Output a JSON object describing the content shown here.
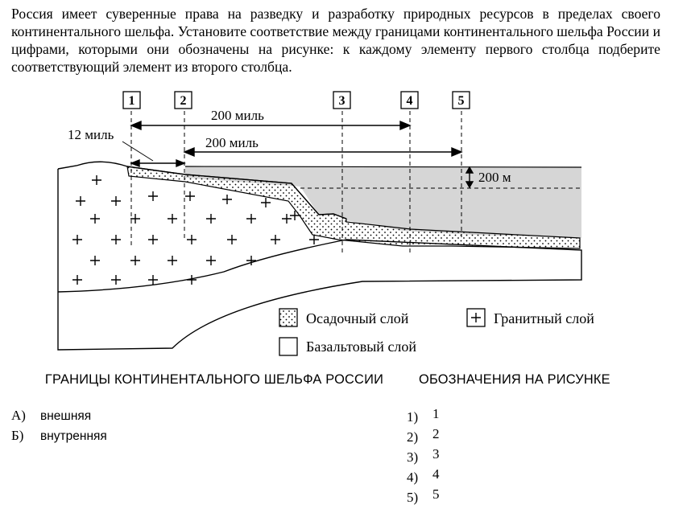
{
  "intro": "Россия имеет суверенные права на разведку и разработку природных ресурсов в пределах своего континентального шельфа. Установите соответствие между границами континентального шельфа России и цифрами, которыми они обозначены на рисунке: к каждому элементу первого столбца подберите соответствующий элемент из второго столбца.",
  "figure": {
    "markers": [
      "1",
      "2",
      "3",
      "4",
      "5"
    ],
    "dist_200_top": "200 миль",
    "dist_200_bottom": "200 миль",
    "dist_12": "12 миль",
    "depth": "200 м",
    "legend": {
      "sediment": "Осадочный слой",
      "granite": "Гранитный слой",
      "basalt": "Базальтовый слой"
    }
  },
  "columns": {
    "left_header": "ГРАНИЦЫ КОНТИНЕНТАЛЬНОГО ШЕЛЬФА РОССИИ",
    "right_header": "ОБОЗНАЧЕНИЯ НА РИСУНКЕ"
  },
  "left_items": [
    {
      "marker": "А)",
      "text": "внешняя"
    },
    {
      "marker": "Б)",
      "text": "внутренняя"
    }
  ],
  "right_items": [
    {
      "marker": "1)",
      "text": "1"
    },
    {
      "marker": "2)",
      "text": "2"
    },
    {
      "marker": "3)",
      "text": "3"
    },
    {
      "marker": "4)",
      "text": "4"
    },
    {
      "marker": "5)",
      "text": "5"
    }
  ]
}
